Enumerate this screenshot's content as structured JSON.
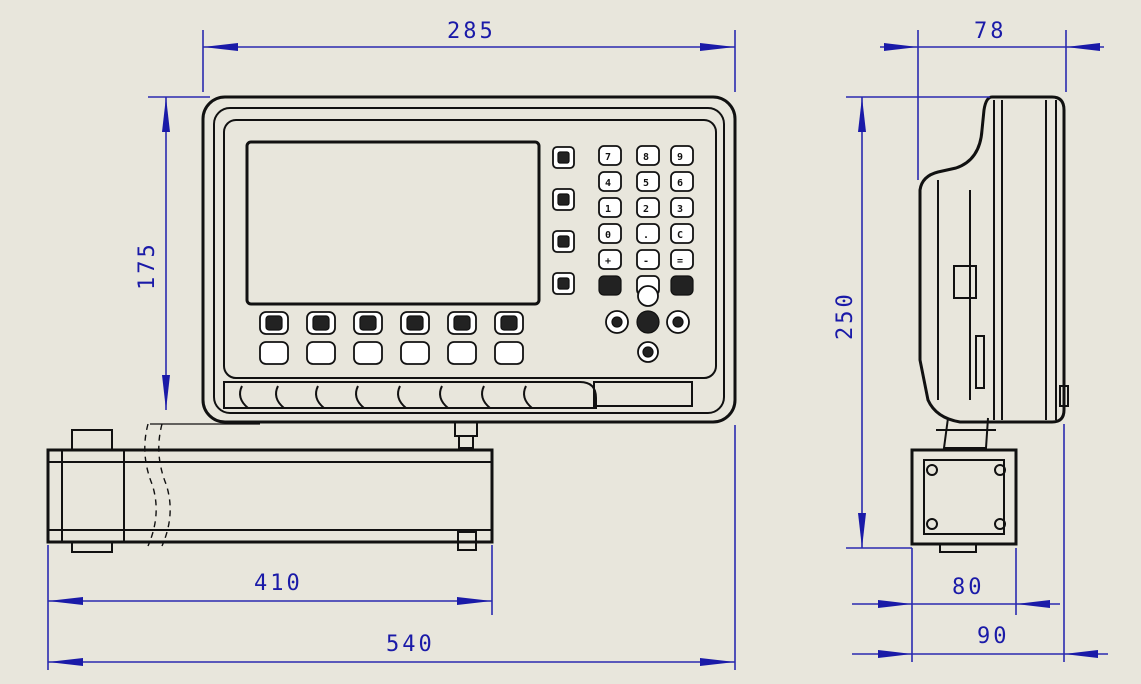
{
  "dimensions": {
    "width_top": "285",
    "depth_top": "78",
    "height_front": "175",
    "height_side": "250",
    "bracket_length": "410",
    "total_width": "540",
    "bracket_width": "80",
    "base_width": "90"
  },
  "colors": {
    "background": "#e8e6dc",
    "dimension": "#1a1aa8",
    "outline": "#111111"
  }
}
